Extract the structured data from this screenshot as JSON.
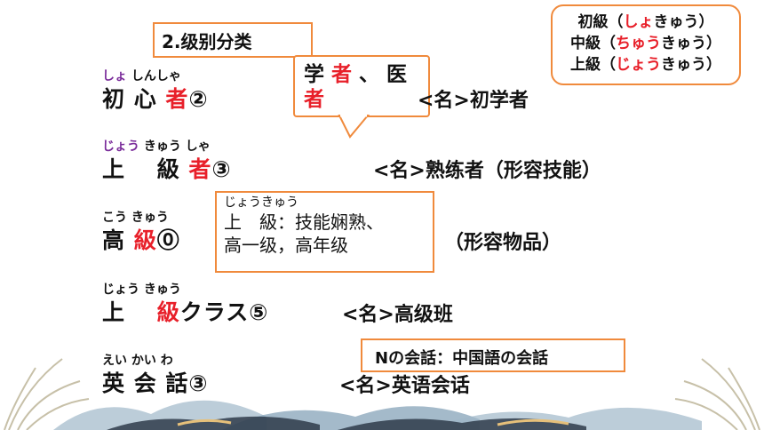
{
  "title_box": "2.级别分类",
  "legend": {
    "line1_a": "初級（",
    "line1_b": "しょ",
    "line1_c": "きゅう）",
    "line2_a": "中級（",
    "line2_b": "ちゅう",
    "line2_c": "きゅう）",
    "line3_a": "上級（",
    "line3_b": "じょう",
    "line3_c": "きゅう）"
  },
  "callout": {
    "a": "学",
    "b": "者",
    "c": "、 医",
    "d": "者"
  },
  "rows": [
    {
      "ruby_a": "しょ",
      "ruby_b": "しんしゃ",
      "word_a": "初 心 ",
      "word_b": "者",
      "word_c": "②",
      "def": "<名>初学者"
    },
    {
      "ruby_a": "じょう",
      "ruby_b": "きゅう",
      "ruby_c": "しゃ",
      "word_a": "上　 級 ",
      "word_b": "者",
      "word_c": "③",
      "def": "<名>熟练者（形容技能）"
    },
    {
      "ruby_a": "こう",
      "ruby_b": "きゅう",
      "word_a": "高 ",
      "word_b": "級",
      "word_c": "⓪",
      "def": "（形容物品）"
    },
    {
      "ruby_a": "じょう",
      "ruby_b": "きゅう",
      "word_a": "上　 ",
      "word_b": "級",
      "word_c": "クラス⑤",
      "def": "<名>高级班"
    },
    {
      "ruby_a": "えい かい わ",
      "word_a": "英 会 話③",
      "def": "<名>英语会话"
    }
  ],
  "note1": {
    "ruby": "じょうきゅう",
    "line1": "上　級：技能娴熟、",
    "line2": "高一级，高年级"
  },
  "note2": "Nの会話：中国語の会話",
  "colors": {
    "accent": "#e8202a",
    "box_border": "#f08a3c",
    "ruby_purple": "#7a2c9a"
  }
}
